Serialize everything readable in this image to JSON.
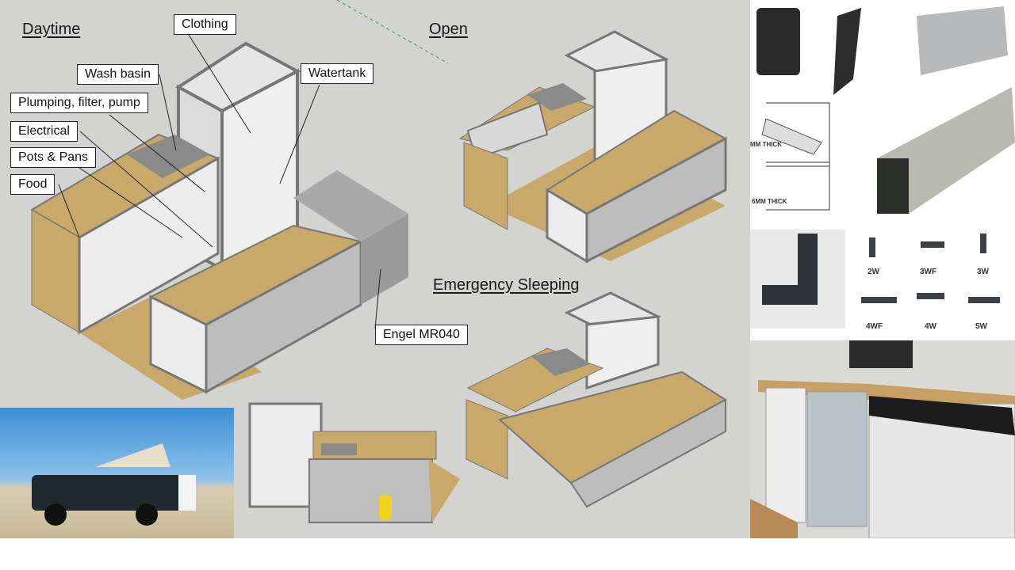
{
  "headings": {
    "daytime": "Daytime",
    "open": "Open",
    "emergency": "Emergency Sleeping"
  },
  "callouts": {
    "clothing": "Clothing",
    "wash_basin": "Wash basin",
    "watertank": "Watertank",
    "plumbing": "Plumping, filter, pump",
    "electrical": "Electrical",
    "pots_pans": "Pots & Pans",
    "food": "Food",
    "fridge": "Engel MR040"
  },
  "hardware": {
    "profile_labels": [
      "MM THICK",
      "6MM THICK"
    ],
    "connectors": [
      "2W",
      "3WF",
      "3W",
      "4WF",
      "4W",
      "5W"
    ]
  },
  "colors": {
    "background": "#d3d3d1",
    "wood": "#c9a96a",
    "panel": "#eeeeee",
    "frame": "#8a8a8a"
  }
}
